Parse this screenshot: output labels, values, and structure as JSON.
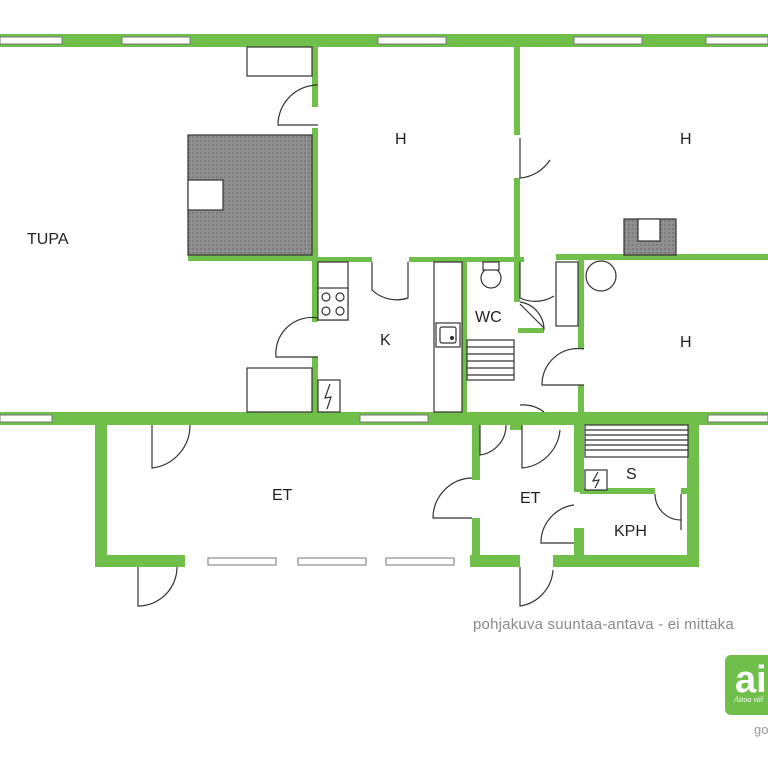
{
  "rooms": {
    "tupa": "TUPA",
    "bedroom_top_middle": "H",
    "bedroom_top_right": "H",
    "bedroom_bottom_right": "H",
    "kitchen": "K",
    "wc": "WC",
    "entry_large": "ET",
    "entry_small": "ET",
    "sauna": "S",
    "bathroom": "KPH"
  },
  "note": "pohjakuva suuntaa-antava - ei mittaka",
  "logo": {
    "mark": "ai",
    "tagline": "Aitoa väl",
    "web": "go"
  },
  "colors": {
    "wall": "#6fbf4a",
    "stove": "#8c8c8c",
    "stroke": "#333333",
    "brand": "#6fbf4a"
  }
}
